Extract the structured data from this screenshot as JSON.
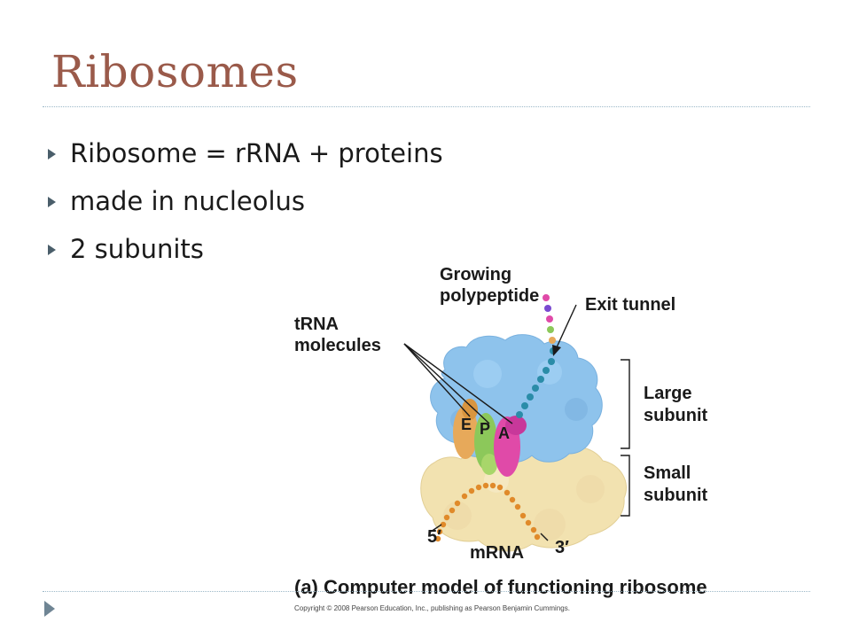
{
  "slide": {
    "title": "Ribosomes",
    "bullets": [
      "Ribosome = rRNA + proteins",
      "made in nucleolus",
      "2 subunits"
    ]
  },
  "figure": {
    "labels": {
      "growing_polypeptide": [
        "Growing",
        "polypeptide"
      ],
      "exit_tunnel": "Exit tunnel",
      "trna_molecules": [
        "tRNA",
        "molecules"
      ],
      "large_subunit": [
        "Large",
        "subunit"
      ],
      "small_subunit": [
        "Small",
        "subunit"
      ],
      "site_e": "E",
      "site_p": "P",
      "site_a": "A",
      "five_prime": "5′",
      "three_prime": "3′",
      "mrna": "mRNA"
    },
    "caption": "(a) Computer model of functioning ribosome",
    "copyright": "Copyright © 2008 Pearson Education, Inc., publishing as Pearson Benjamin Cummings."
  },
  "colors": {
    "title": "#9a5a4a",
    "large_subunit": "#8ec3ec",
    "small_subunit": "#f2e2b0",
    "trna_e": "#e7a95a",
    "trna_p": "#8cc85a",
    "trna_a": "#e04aa8",
    "mrna": "#e08a2a",
    "polypeptide": "#2a8ca8"
  }
}
